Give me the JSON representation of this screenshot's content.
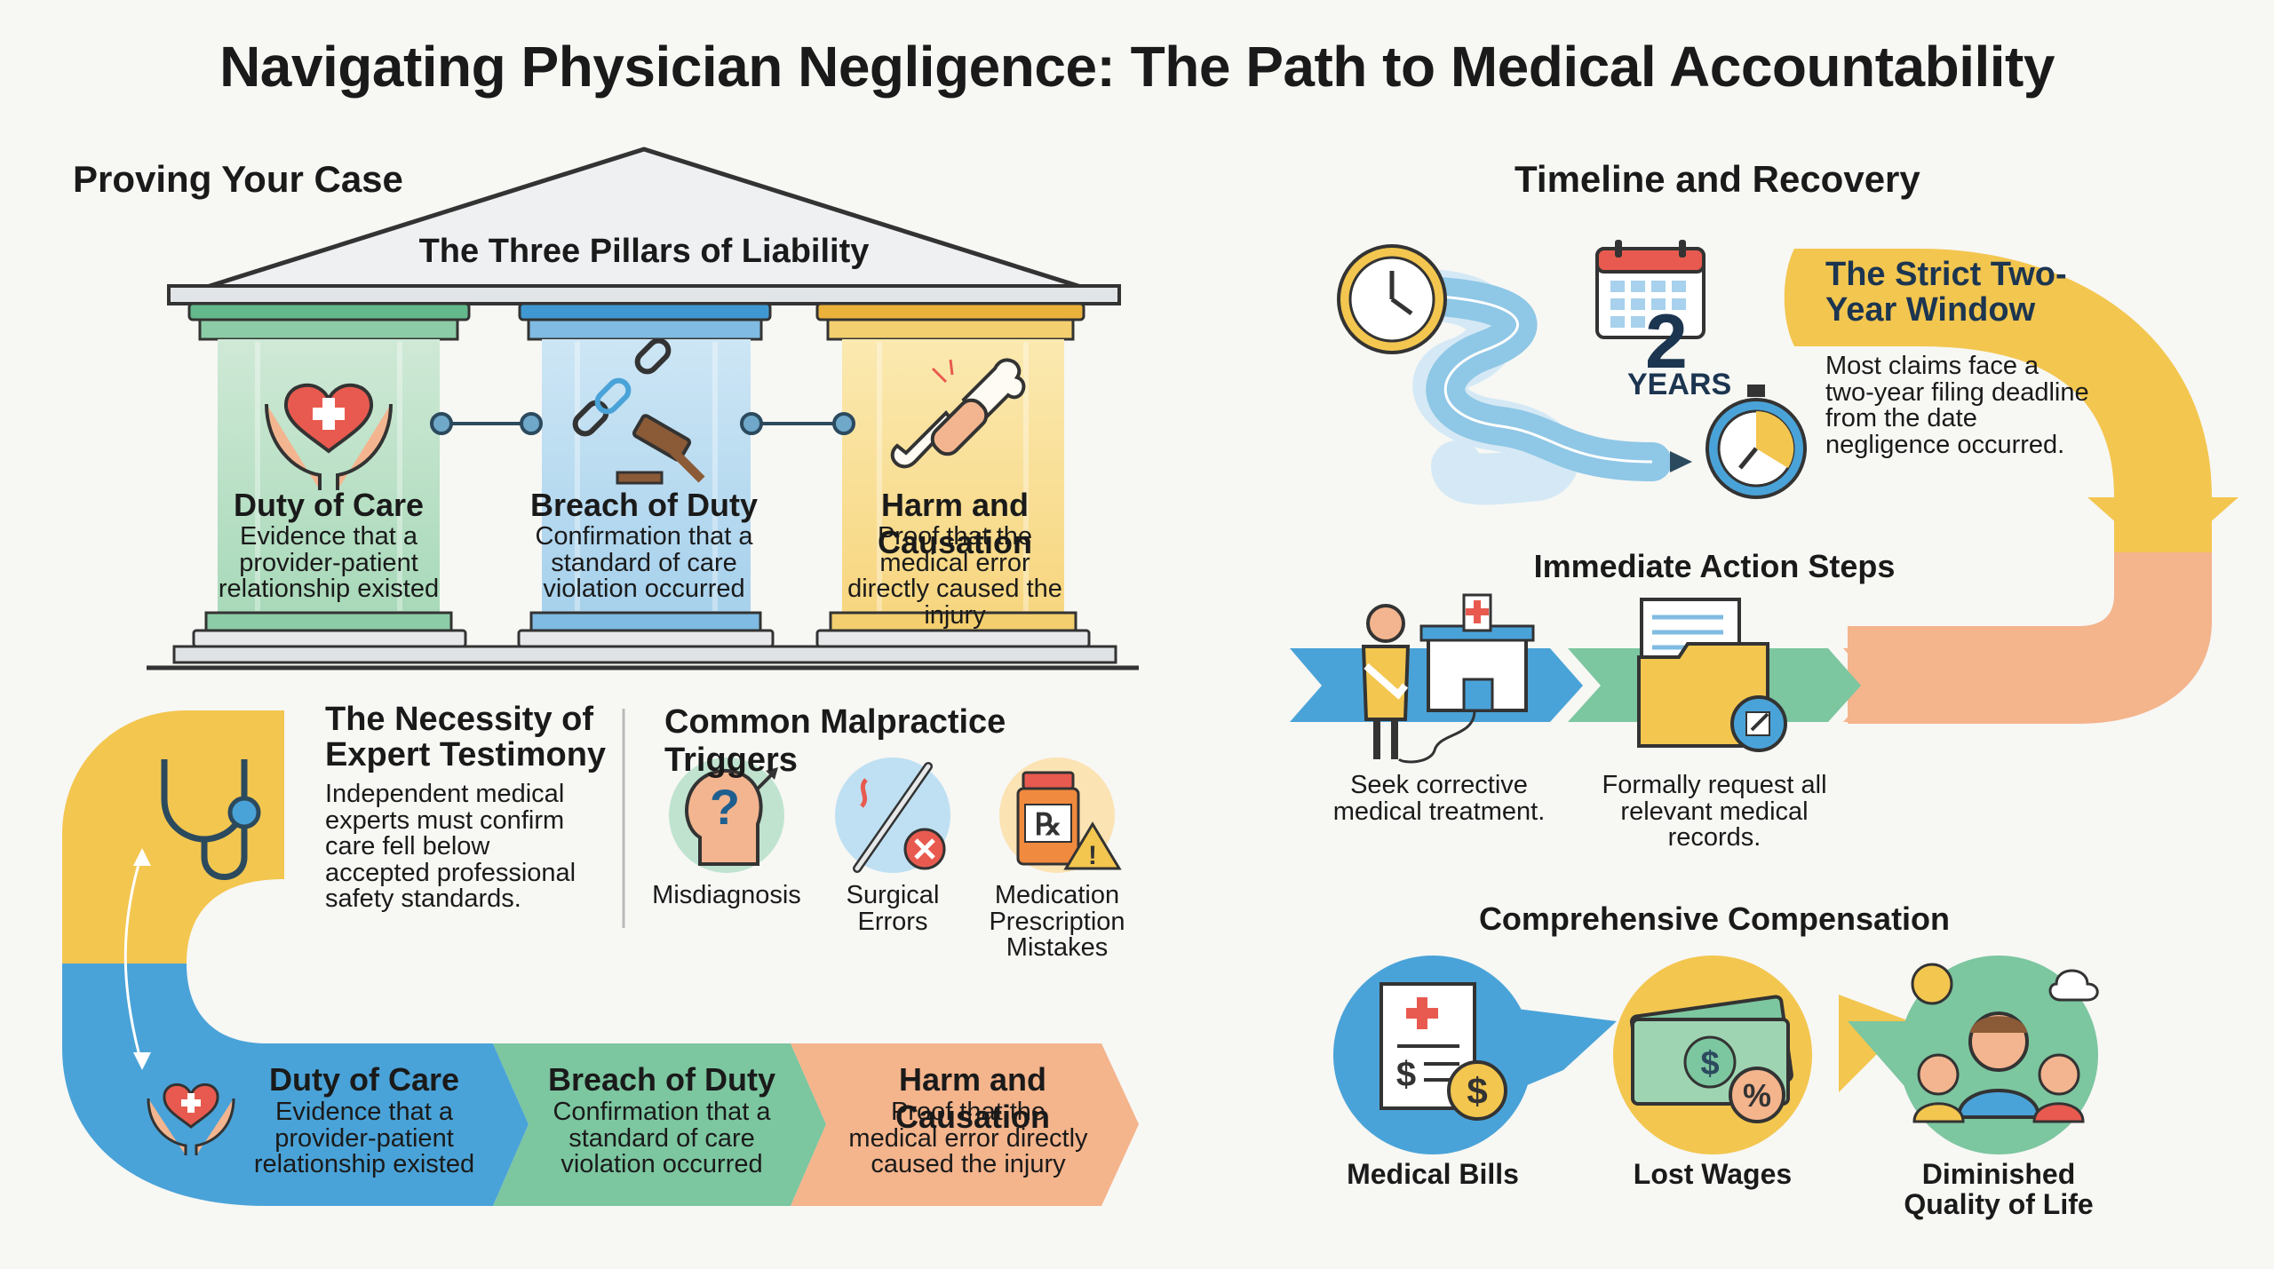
{
  "title": "Navigating Physician Negligence: The Path to Medical Accountability",
  "left_section": {
    "heading": "Proving Your Case",
    "temple_title": "The Three Pillars of Liability",
    "pillars": [
      {
        "title": "Duty of Care",
        "text": "Evidence that a provider-patient relationship existed",
        "icon": "heart-hands-icon"
      },
      {
        "title": "Breach of Duty",
        "text": "Confirmation that a standard of care violation occurred",
        "icon": "broken-chain-gavel-icon"
      },
      {
        "title": "Harm and Causation",
        "text": "Proof that the medical error directly caused the injury",
        "icon": "broken-bone-bandage-icon"
      }
    ],
    "expert": {
      "title": "The Necessity of Expert Testimony",
      "text": "Independent medical experts must confirm care fell below accepted professional safety standards.",
      "icon": "stethoscope-icon"
    },
    "triggers": {
      "heading": "Common Malpractice Triggers",
      "items": [
        {
          "label": "Misdiagnosis",
          "icon": "head-question-icon"
        },
        {
          "label": "Surgical Errors",
          "icon": "scalpel-x-icon"
        },
        {
          "label": "Medication Prescription Mistakes",
          "icon": "rx-bottle-warning-icon"
        }
      ]
    },
    "bottom_flow": [
      {
        "title": "Duty of Care",
        "text": "Evidence that a provider-patient relationship existed"
      },
      {
        "title": "Breach of Duty",
        "text": "Confirmation that a standard of care violation occurred"
      },
      {
        "title": "Harm and Causation",
        "text": "Proof that the medical error directly caused the injury"
      }
    ]
  },
  "right_section": {
    "heading": "Timeline and Recovery",
    "window": {
      "number": "2",
      "unit": "YEARS",
      "title": "The Strict Two-Year Window",
      "text": "Most claims face a two-year filing deadline from the date negligence occurred."
    },
    "actions": {
      "heading": "Immediate Action Steps",
      "steps": [
        {
          "text": "Seek corrective medical treatment.",
          "icon": "injured-patient-hospital-icon"
        },
        {
          "text": "Formally request all relevant medical records.",
          "icon": "folder-document-icon"
        }
      ]
    },
    "compensation": {
      "heading": "Comprehensive Compensation",
      "items": [
        {
          "label": "Medical Bills",
          "icon": "medical-bill-icon"
        },
        {
          "label": "Lost Wages",
          "icon": "cash-percent-icon"
        },
        {
          "label": "Diminished Quality of Life",
          "icon": "family-sun-icon"
        }
      ]
    }
  },
  "colors": {
    "green": "#9fd4b3",
    "blue": "#4aa3d8",
    "yellow": "#f3c64f",
    "peach": "#f4b48c",
    "red": "#e85a4f"
  }
}
